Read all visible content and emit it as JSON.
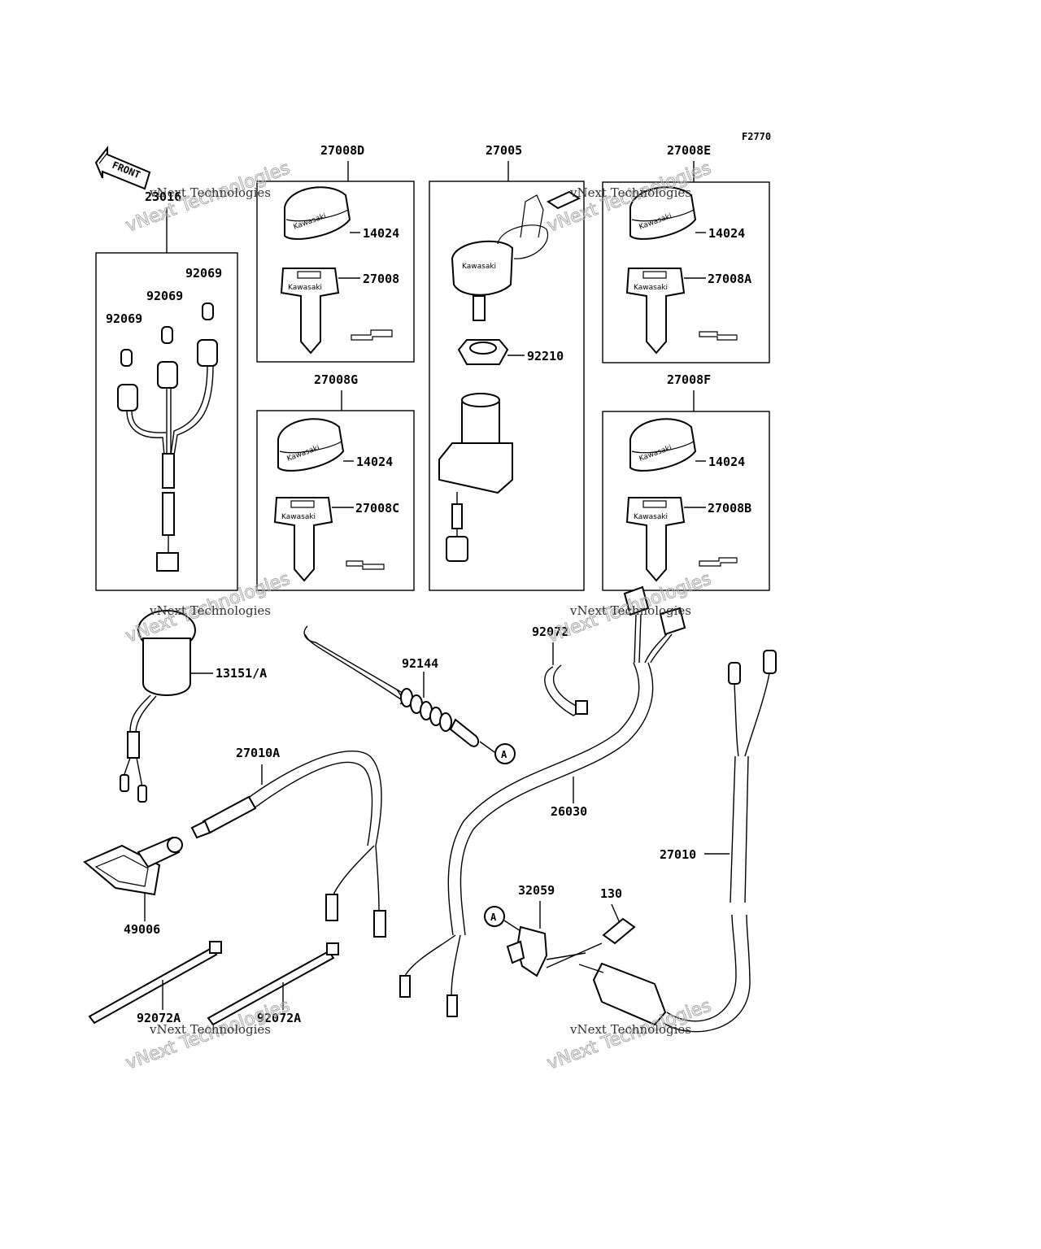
{
  "figure_code": "F2770",
  "front_label": "FRONT",
  "callout_letter": "A",
  "key_brand": "Kawasaki",
  "watermark": {
    "line1": "vNext Technologies",
    "line2": "vNext Technologies"
  },
  "groups": {
    "g23016": "23016",
    "g27008D": "27008D",
    "g27005": "27005",
    "g27008E": "27008E",
    "g27008G": "27008G",
    "g27008F": "27008F"
  },
  "parts": {
    "p92069a": "92069",
    "p92069b": "92069",
    "p92069c": "92069",
    "p14024_d": "14024",
    "p27008": "27008",
    "p92210": "92210",
    "p14024_e": "14024",
    "p27008A": "27008A",
    "p14024_g": "14024",
    "p27008C": "27008C",
    "p14024_f": "14024",
    "p27008B": "27008B",
    "p13151A": "13151/A",
    "p92144": "92144",
    "p92072": "92072",
    "p27010A": "27010A",
    "p26030": "26030",
    "p27010": "27010",
    "p32059": "32059",
    "p130": "130",
    "p49006": "49006",
    "p92072A_1": "92072A",
    "p92072A_2": "92072A"
  }
}
